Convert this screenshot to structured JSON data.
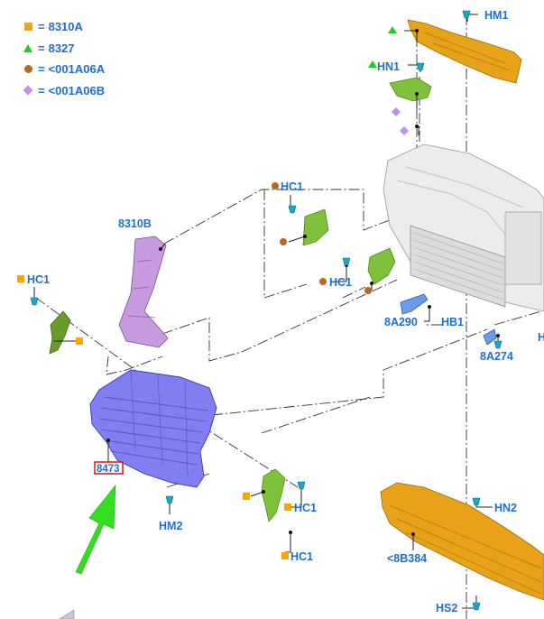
{
  "legend": [
    {
      "symbol": "square",
      "color": "#f5a800",
      "text": "8310A",
      "icon": "orange-square-icon"
    },
    {
      "symbol": "triangle",
      "color": "#22cc22",
      "text": "8327",
      "icon": "green-triangle-icon"
    },
    {
      "symbol": "circle",
      "color": "#c0651a",
      "text": "<001A06A",
      "icon": "brown-circle-icon"
    },
    {
      "symbol": "diamond",
      "color": "#c390f0",
      "text": "<001A06B",
      "icon": "purple-diamond-icon"
    }
  ],
  "equals": "=",
  "labels": {
    "hm1": "HM1",
    "hn1": "HN1",
    "hc1_top": "HC1",
    "p8310b": "8310B",
    "hc1_left": "HC1",
    "hc1_mid": "HC1",
    "p8a290": "8A290",
    "hb1": "HB1",
    "p8a274": "8A274",
    "h_edge": "H",
    "p8473": "8473",
    "hm2": "HM2",
    "hc1_low1": "HC1",
    "hc1_low2": "HC1",
    "hn2": "HN2",
    "p8b384": "<8B384",
    "hs2": "HS2"
  },
  "colors": {
    "label": "#1f6fd0",
    "orange_part": "#e8a21a",
    "green_part": "#7fc13a",
    "purple_part": "#c89ae0",
    "blue_part": "#7f7ff2",
    "callout_box": "#e31b23",
    "arrow": "#33dd22"
  }
}
